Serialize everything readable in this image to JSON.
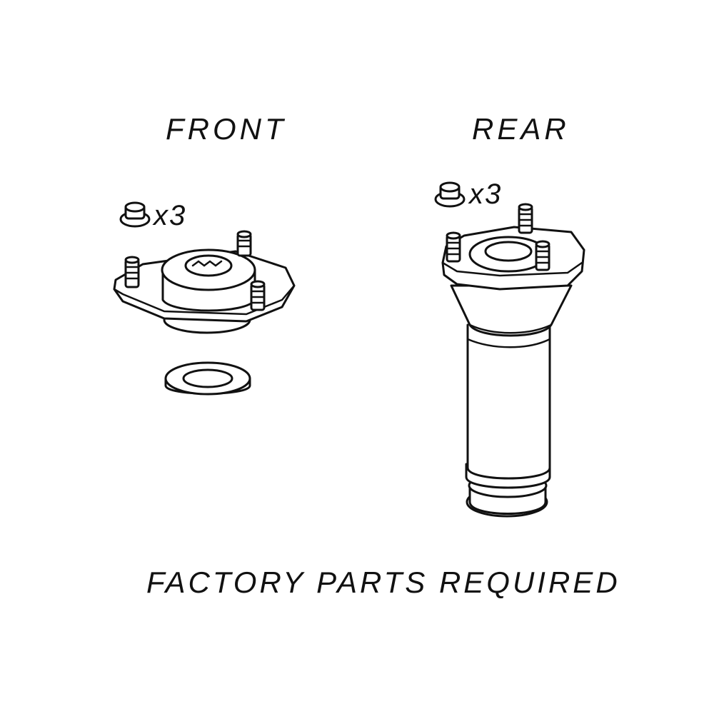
{
  "labels": {
    "front": "FRONT",
    "rear": "REAR",
    "front_qty": "x3",
    "rear_qty": "x3",
    "footer": "FACTORY PARTS REQUIRED"
  },
  "icons": {
    "front_nut": "nut-icon",
    "rear_nut": "nut-icon",
    "front_mount": "strut-mount-icon",
    "front_bearing": "bearing-ring-icon",
    "rear_mount": "rear-strut-mount-icon"
  },
  "colors": {
    "line": "#111111",
    "background": "#ffffff"
  }
}
